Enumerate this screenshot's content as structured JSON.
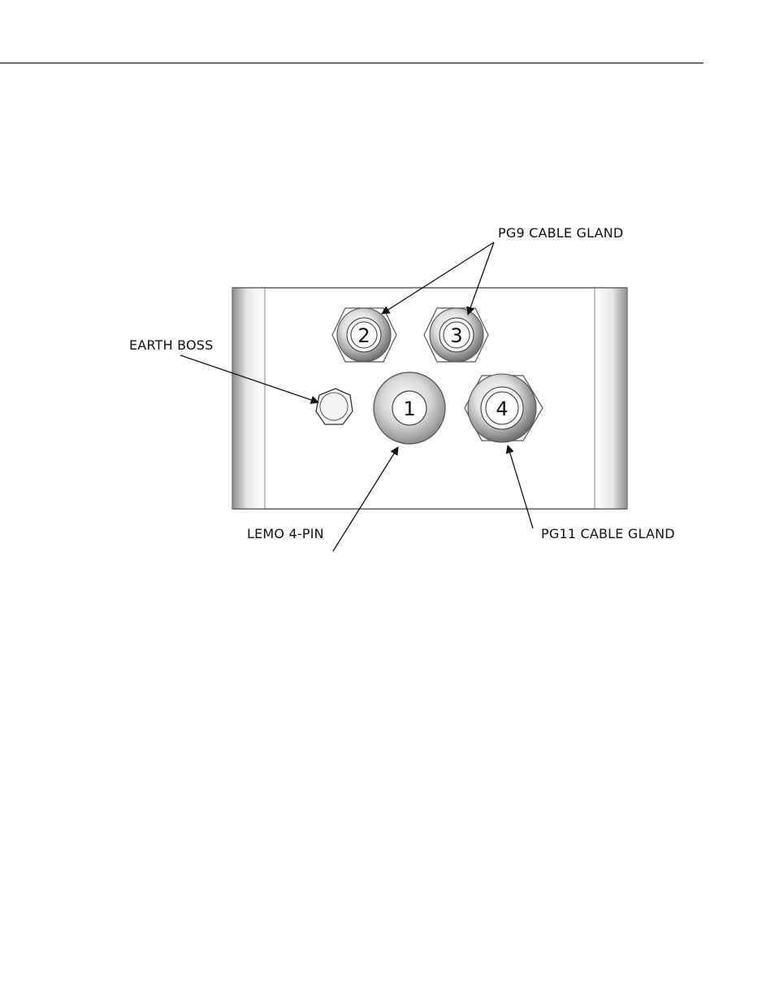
{
  "diagram": {
    "callouts": {
      "pg9": "PG9 CABLE GLAND",
      "earth_boss": "EARTH BOSS",
      "lemo": "LEMO 4-PIN",
      "pg11": "PG11 CABLE GLAND"
    },
    "connectors": {
      "c1": "1",
      "c2": "2",
      "c3": "3",
      "c4": "4"
    },
    "colors": {
      "line": "#111111",
      "panel": "#ffffff",
      "metal_light": "#f4f4f4",
      "metal_mid": "#bdbdbd",
      "metal_dark": "#7a7a7a"
    }
  }
}
